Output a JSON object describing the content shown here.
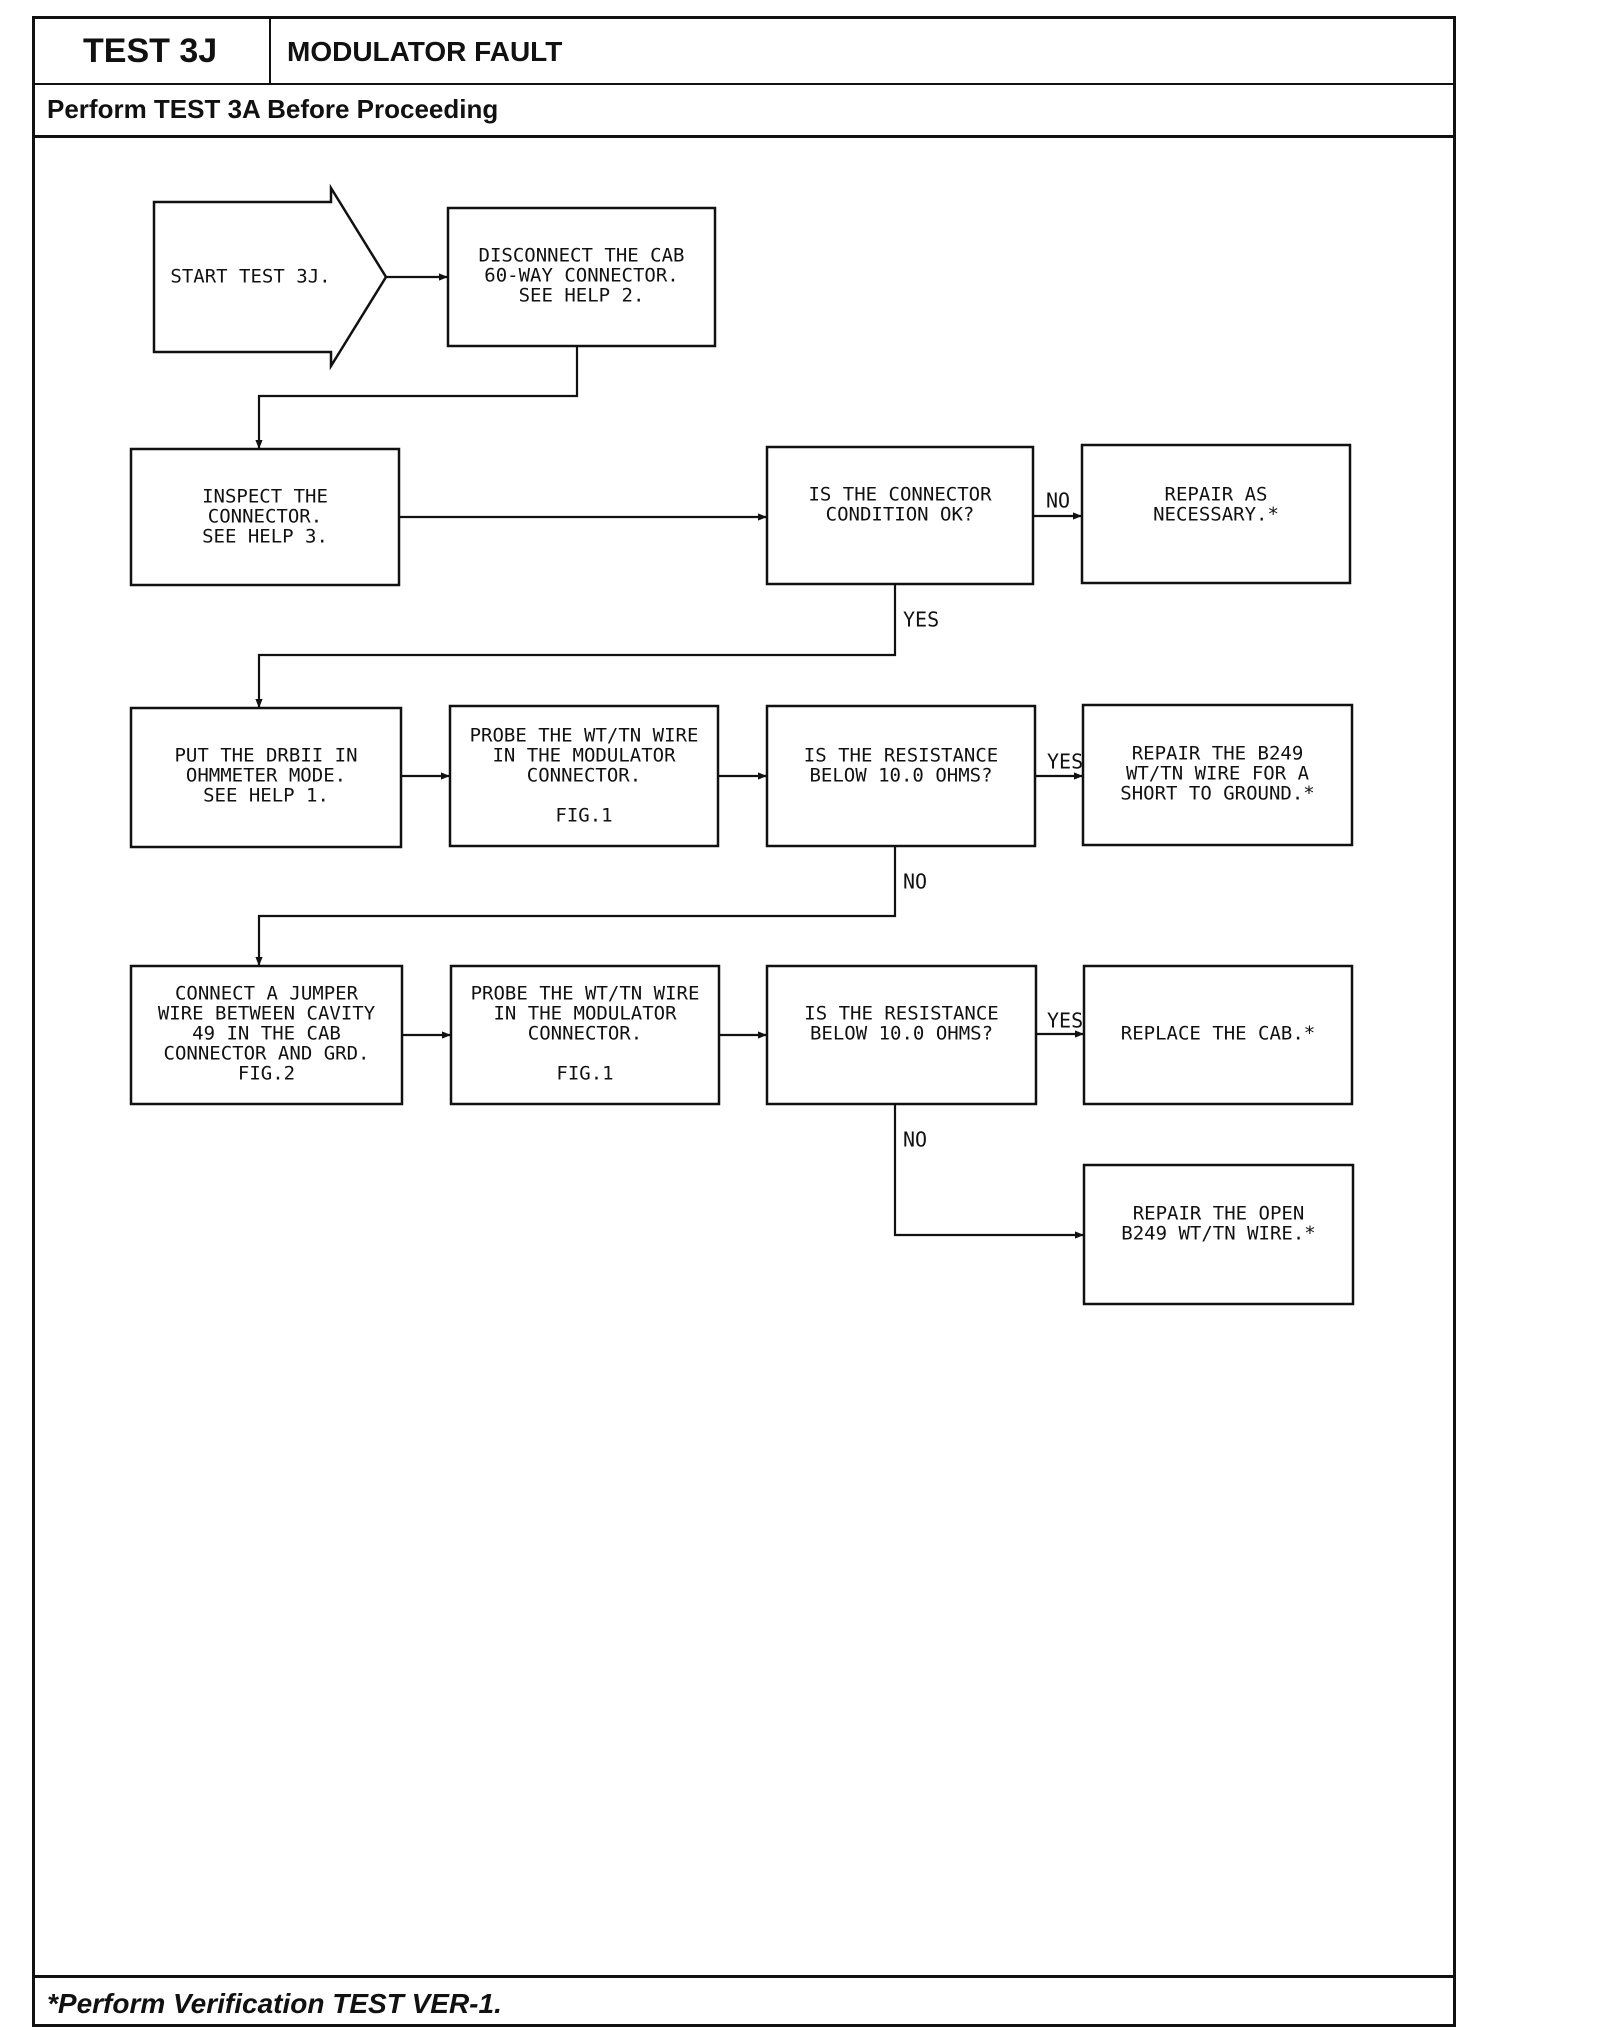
{
  "header": {
    "test_id": "TEST 3J",
    "title": "MODULATOR FAULT",
    "prerequisite": "Perform TEST 3A Before Proceeding"
  },
  "footer": {
    "note": "*Perform Verification TEST VER-1."
  },
  "flowchart": {
    "nodes": [
      {
        "id": "start",
        "shape": "arrow",
        "lines": [
          "START TEST 3J."
        ]
      },
      {
        "id": "disconnect",
        "shape": "rect",
        "lines": [
          "DISCONNECT THE CAB",
          "60-WAY CONNECTOR.",
          "SEE HELP 2."
        ]
      },
      {
        "id": "inspect",
        "shape": "rect",
        "lines": [
          "INSPECT THE",
          "CONNECTOR.",
          "SEE HELP 3."
        ]
      },
      {
        "id": "conn_ok",
        "shape": "rect",
        "lines": [
          "IS THE CONNECTOR",
          "CONDITION OK?"
        ]
      },
      {
        "id": "repair_nec",
        "shape": "rect",
        "lines": [
          "REPAIR AS",
          "NECESSARY.*"
        ]
      },
      {
        "id": "put_drb",
        "shape": "rect",
        "lines": [
          "PUT THE DRBII IN",
          "OHMMETER MODE.",
          "SEE HELP 1."
        ]
      },
      {
        "id": "probe1",
        "shape": "rect",
        "lines": [
          "PROBE THE WT/TN WIRE",
          "IN THE MODULATOR",
          "CONNECTOR.",
          "",
          "FIG.1"
        ]
      },
      {
        "id": "res1",
        "shape": "rect",
        "lines": [
          "IS THE RESISTANCE",
          "BELOW 10.0 OHMS?"
        ]
      },
      {
        "id": "repair_short",
        "shape": "rect",
        "lines": [
          "REPAIR THE B249",
          "WT/TN WIRE FOR A",
          "SHORT TO GROUND.*"
        ]
      },
      {
        "id": "jumper",
        "shape": "rect",
        "lines": [
          "CONNECT A JUMPER",
          "WIRE BETWEEN CAVITY",
          "49 IN THE CAB",
          "CONNECTOR AND GRD.",
          "FIG.2"
        ]
      },
      {
        "id": "probe2",
        "shape": "rect",
        "lines": [
          "PROBE THE WT/TN WIRE",
          "IN THE MODULATOR",
          "CONNECTOR.",
          "",
          "FIG.1"
        ]
      },
      {
        "id": "res2",
        "shape": "rect",
        "lines": [
          "IS THE RESISTANCE",
          "BELOW 10.0 OHMS?"
        ]
      },
      {
        "id": "replace_cab",
        "shape": "rect",
        "lines": [
          "REPLACE THE CAB.*"
        ]
      },
      {
        "id": "repair_open",
        "shape": "rect",
        "lines": [
          "REPAIR THE OPEN",
          "B249 WT/TN WIRE.*"
        ]
      }
    ],
    "edges": [
      {
        "from": "start",
        "to": "disconnect",
        "label": ""
      },
      {
        "from": "disconnect",
        "to": "inspect",
        "label": ""
      },
      {
        "from": "inspect",
        "to": "conn_ok",
        "label": ""
      },
      {
        "from": "conn_ok",
        "to": "repair_nec",
        "label": "NO"
      },
      {
        "from": "conn_ok",
        "to": "put_drb",
        "label": "YES"
      },
      {
        "from": "put_drb",
        "to": "probe1",
        "label": ""
      },
      {
        "from": "probe1",
        "to": "res1",
        "label": ""
      },
      {
        "from": "res1",
        "to": "repair_short",
        "label": "YES"
      },
      {
        "from": "res1",
        "to": "jumper",
        "label": "NO"
      },
      {
        "from": "jumper",
        "to": "probe2",
        "label": ""
      },
      {
        "from": "probe2",
        "to": "res2",
        "label": ""
      },
      {
        "from": "res2",
        "to": "replace_cab",
        "label": "YES"
      },
      {
        "from": "res2",
        "to": "repair_open",
        "label": "NO"
      }
    ]
  }
}
